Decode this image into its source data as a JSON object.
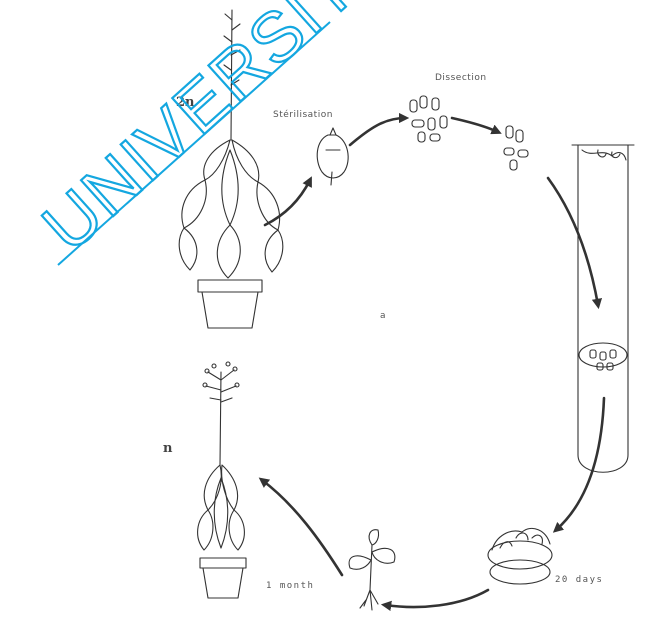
{
  "labels": {
    "sterilisation": "Stérilisation",
    "dissection": "Dissection",
    "ploidy_2n": "2n",
    "ploidy_n": "n",
    "center_mark": "a",
    "twenty_days": "20 days",
    "one_month": "1 month"
  },
  "watermark": {
    "text": "UNIVERSIT",
    "color": "#14a7e0"
  },
  "colors": {
    "ink": "#333333",
    "background": "#ffffff"
  }
}
